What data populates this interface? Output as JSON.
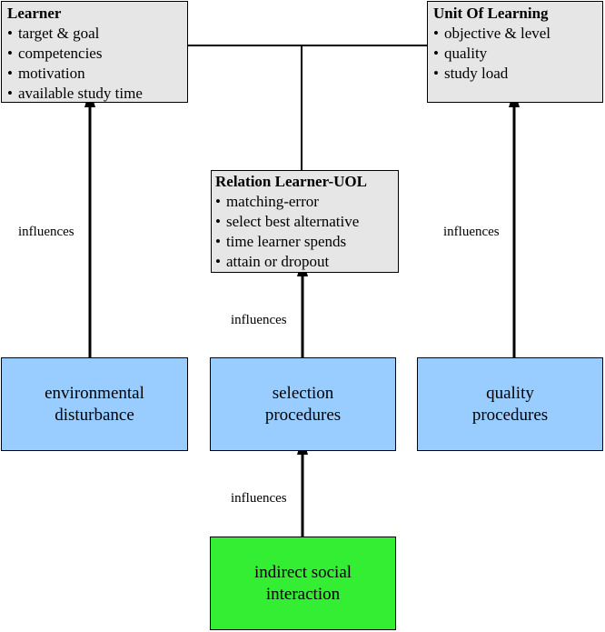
{
  "learner": {
    "title": "Learner",
    "items": [
      "target & goal",
      "competencies",
      "motivation",
      "available study time"
    ]
  },
  "uol": {
    "title": "Unit Of Learning",
    "items": [
      "objective & level",
      "quality",
      "study load"
    ]
  },
  "relation": {
    "title": "Relation Learner-UOL",
    "items": [
      "matching-error",
      "select best alternative",
      "time learner spends",
      "attain or dropout"
    ]
  },
  "environmental": {
    "line1": "environmental",
    "line2": "disturbance"
  },
  "selection": {
    "line1": "selection",
    "line2": "procedures"
  },
  "quality": {
    "line1": "quality",
    "line2": "procedures"
  },
  "social": {
    "line1": "indirect social",
    "line2": "interaction"
  },
  "edges": {
    "env_to_learner": "influences",
    "selection_to_relation": "influences",
    "quality_to_uol": "influences",
    "social_to_selection": "influences"
  },
  "colors": {
    "grey_box": "#e6e6e6",
    "blue_box": "#99ccff",
    "green_box": "#33ee33",
    "line": "#000000"
  }
}
